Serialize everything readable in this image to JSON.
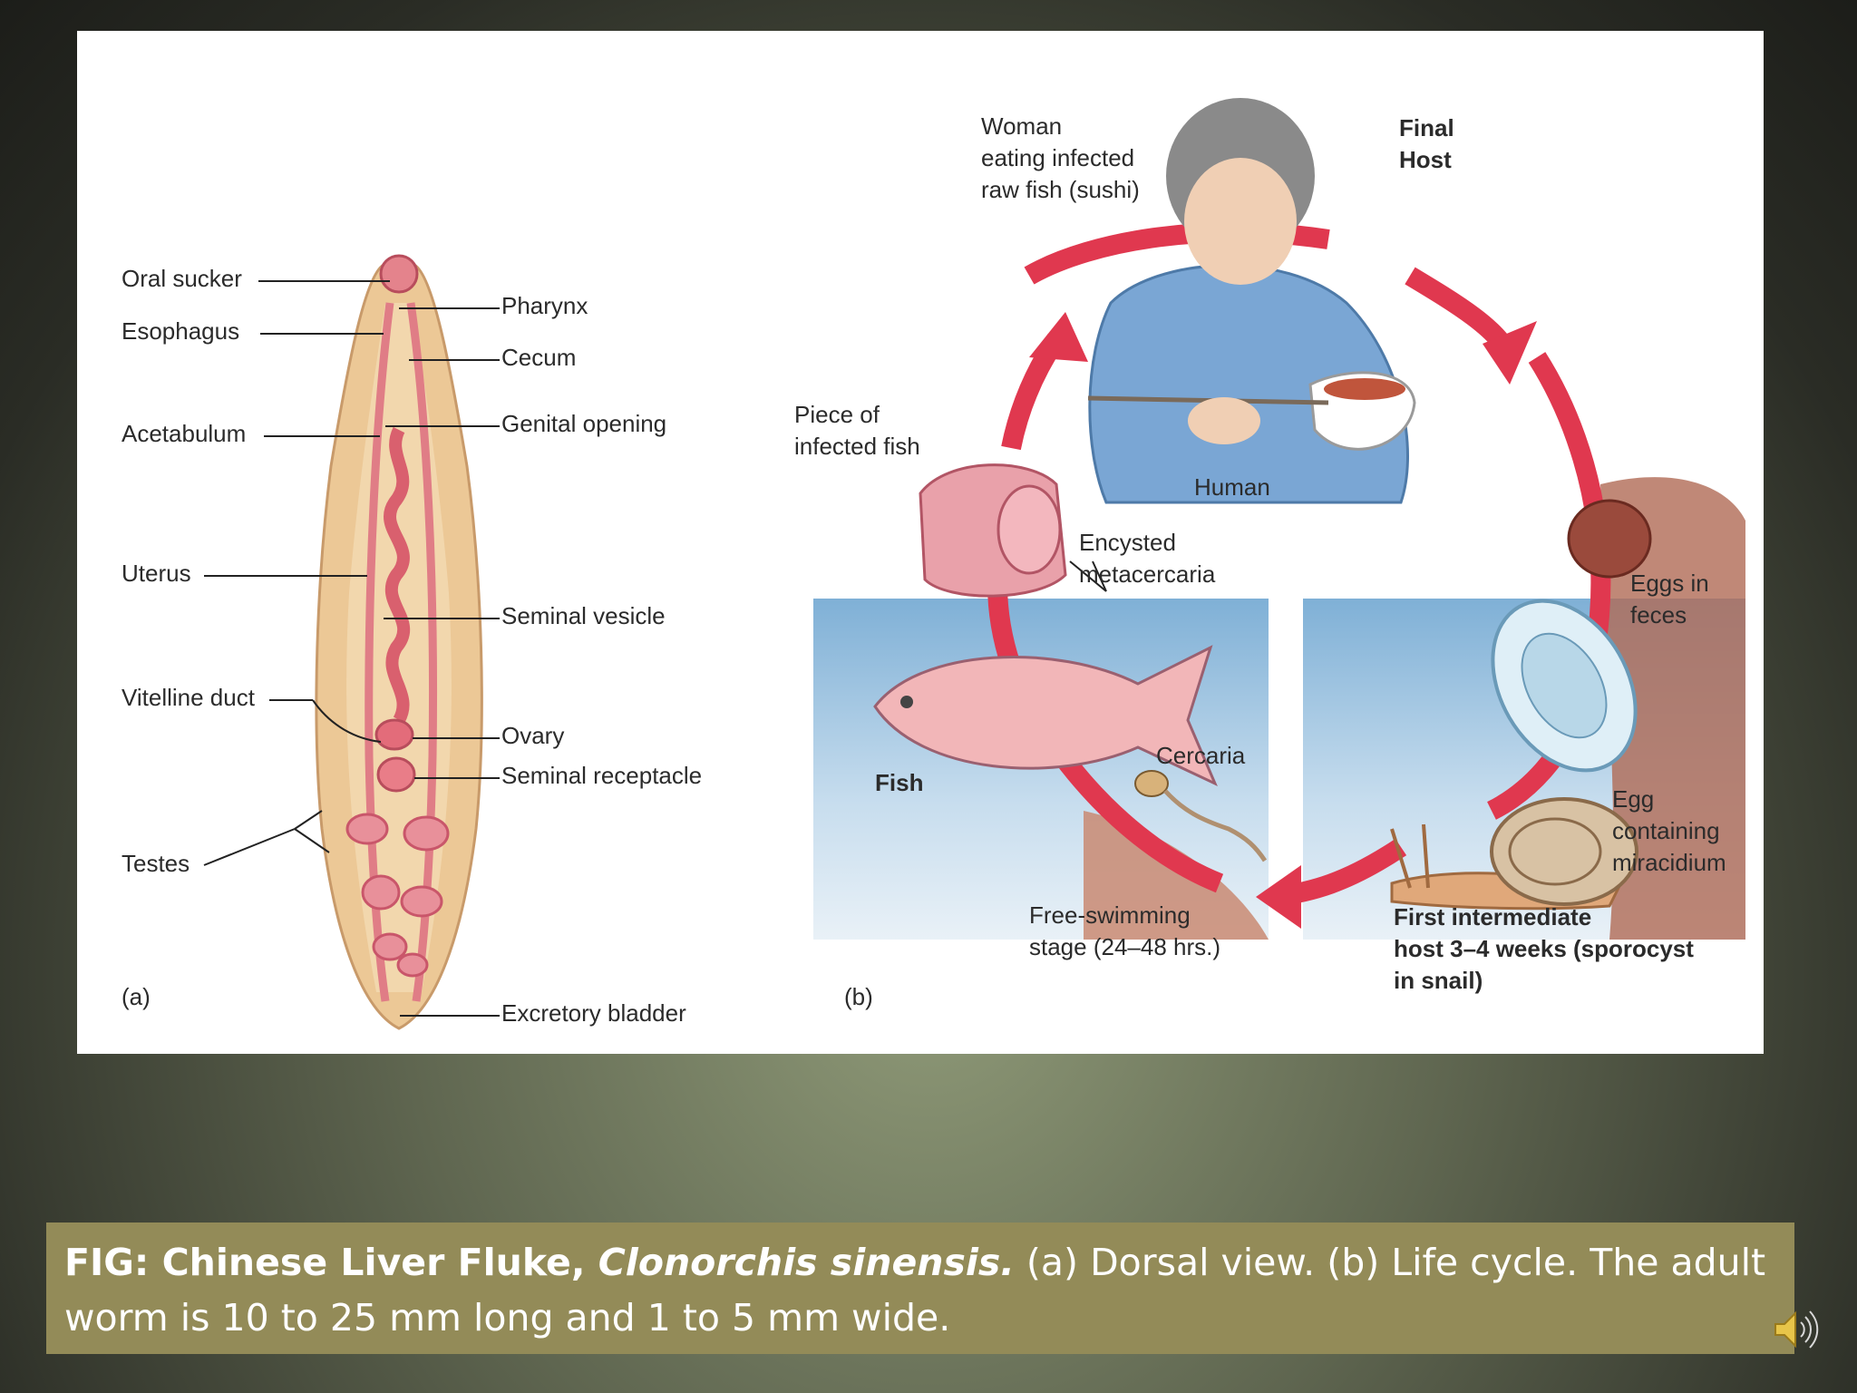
{
  "labels_a": {
    "oral_sucker": "Oral sucker",
    "esophagus": "Esophagus",
    "acetabulum": "Acetabulum",
    "uterus": "Uterus",
    "vitelline_duct": "Vitelline duct",
    "testes": "Testes",
    "panel": "(a)",
    "pharynx": "Pharynx",
    "cecum": "Cecum",
    "genital_opening": "Genital opening",
    "seminal_vesicle": "Seminal vesicle",
    "ovary": "Ovary",
    "seminal_receptacle": "Seminal receptacle",
    "excretory_bladder": "Excretory bladder"
  },
  "labels_b": {
    "woman": "Woman\neating infected\nraw fish (sushi)",
    "final_host": "Final\nHost",
    "piece_fish": "Piece of\ninfected fish",
    "human": "Human",
    "encysted": "Encysted\nmetacercaria",
    "eggs_feces": "Eggs in\nfeces",
    "fish": "Fish",
    "cercaria": "Cercaria",
    "egg_miracidium": "Egg\ncontaining\nmiracidium",
    "free_swimming": "Free-swimming\nstage (24–48 hrs.)",
    "first_host": "First intermediate\nhost 3–4 weeks (sporocyst\nin snail)",
    "panel": "(b)"
  },
  "caption": {
    "lead": "FIG: Chinese Liver Fluke, ",
    "species": "Clonorchis sinensis.",
    "rest": " (a) Dorsal view. (b) Life cycle. The adult worm is 10 to 25 mm long and 1 to 5 mm wide."
  }
}
